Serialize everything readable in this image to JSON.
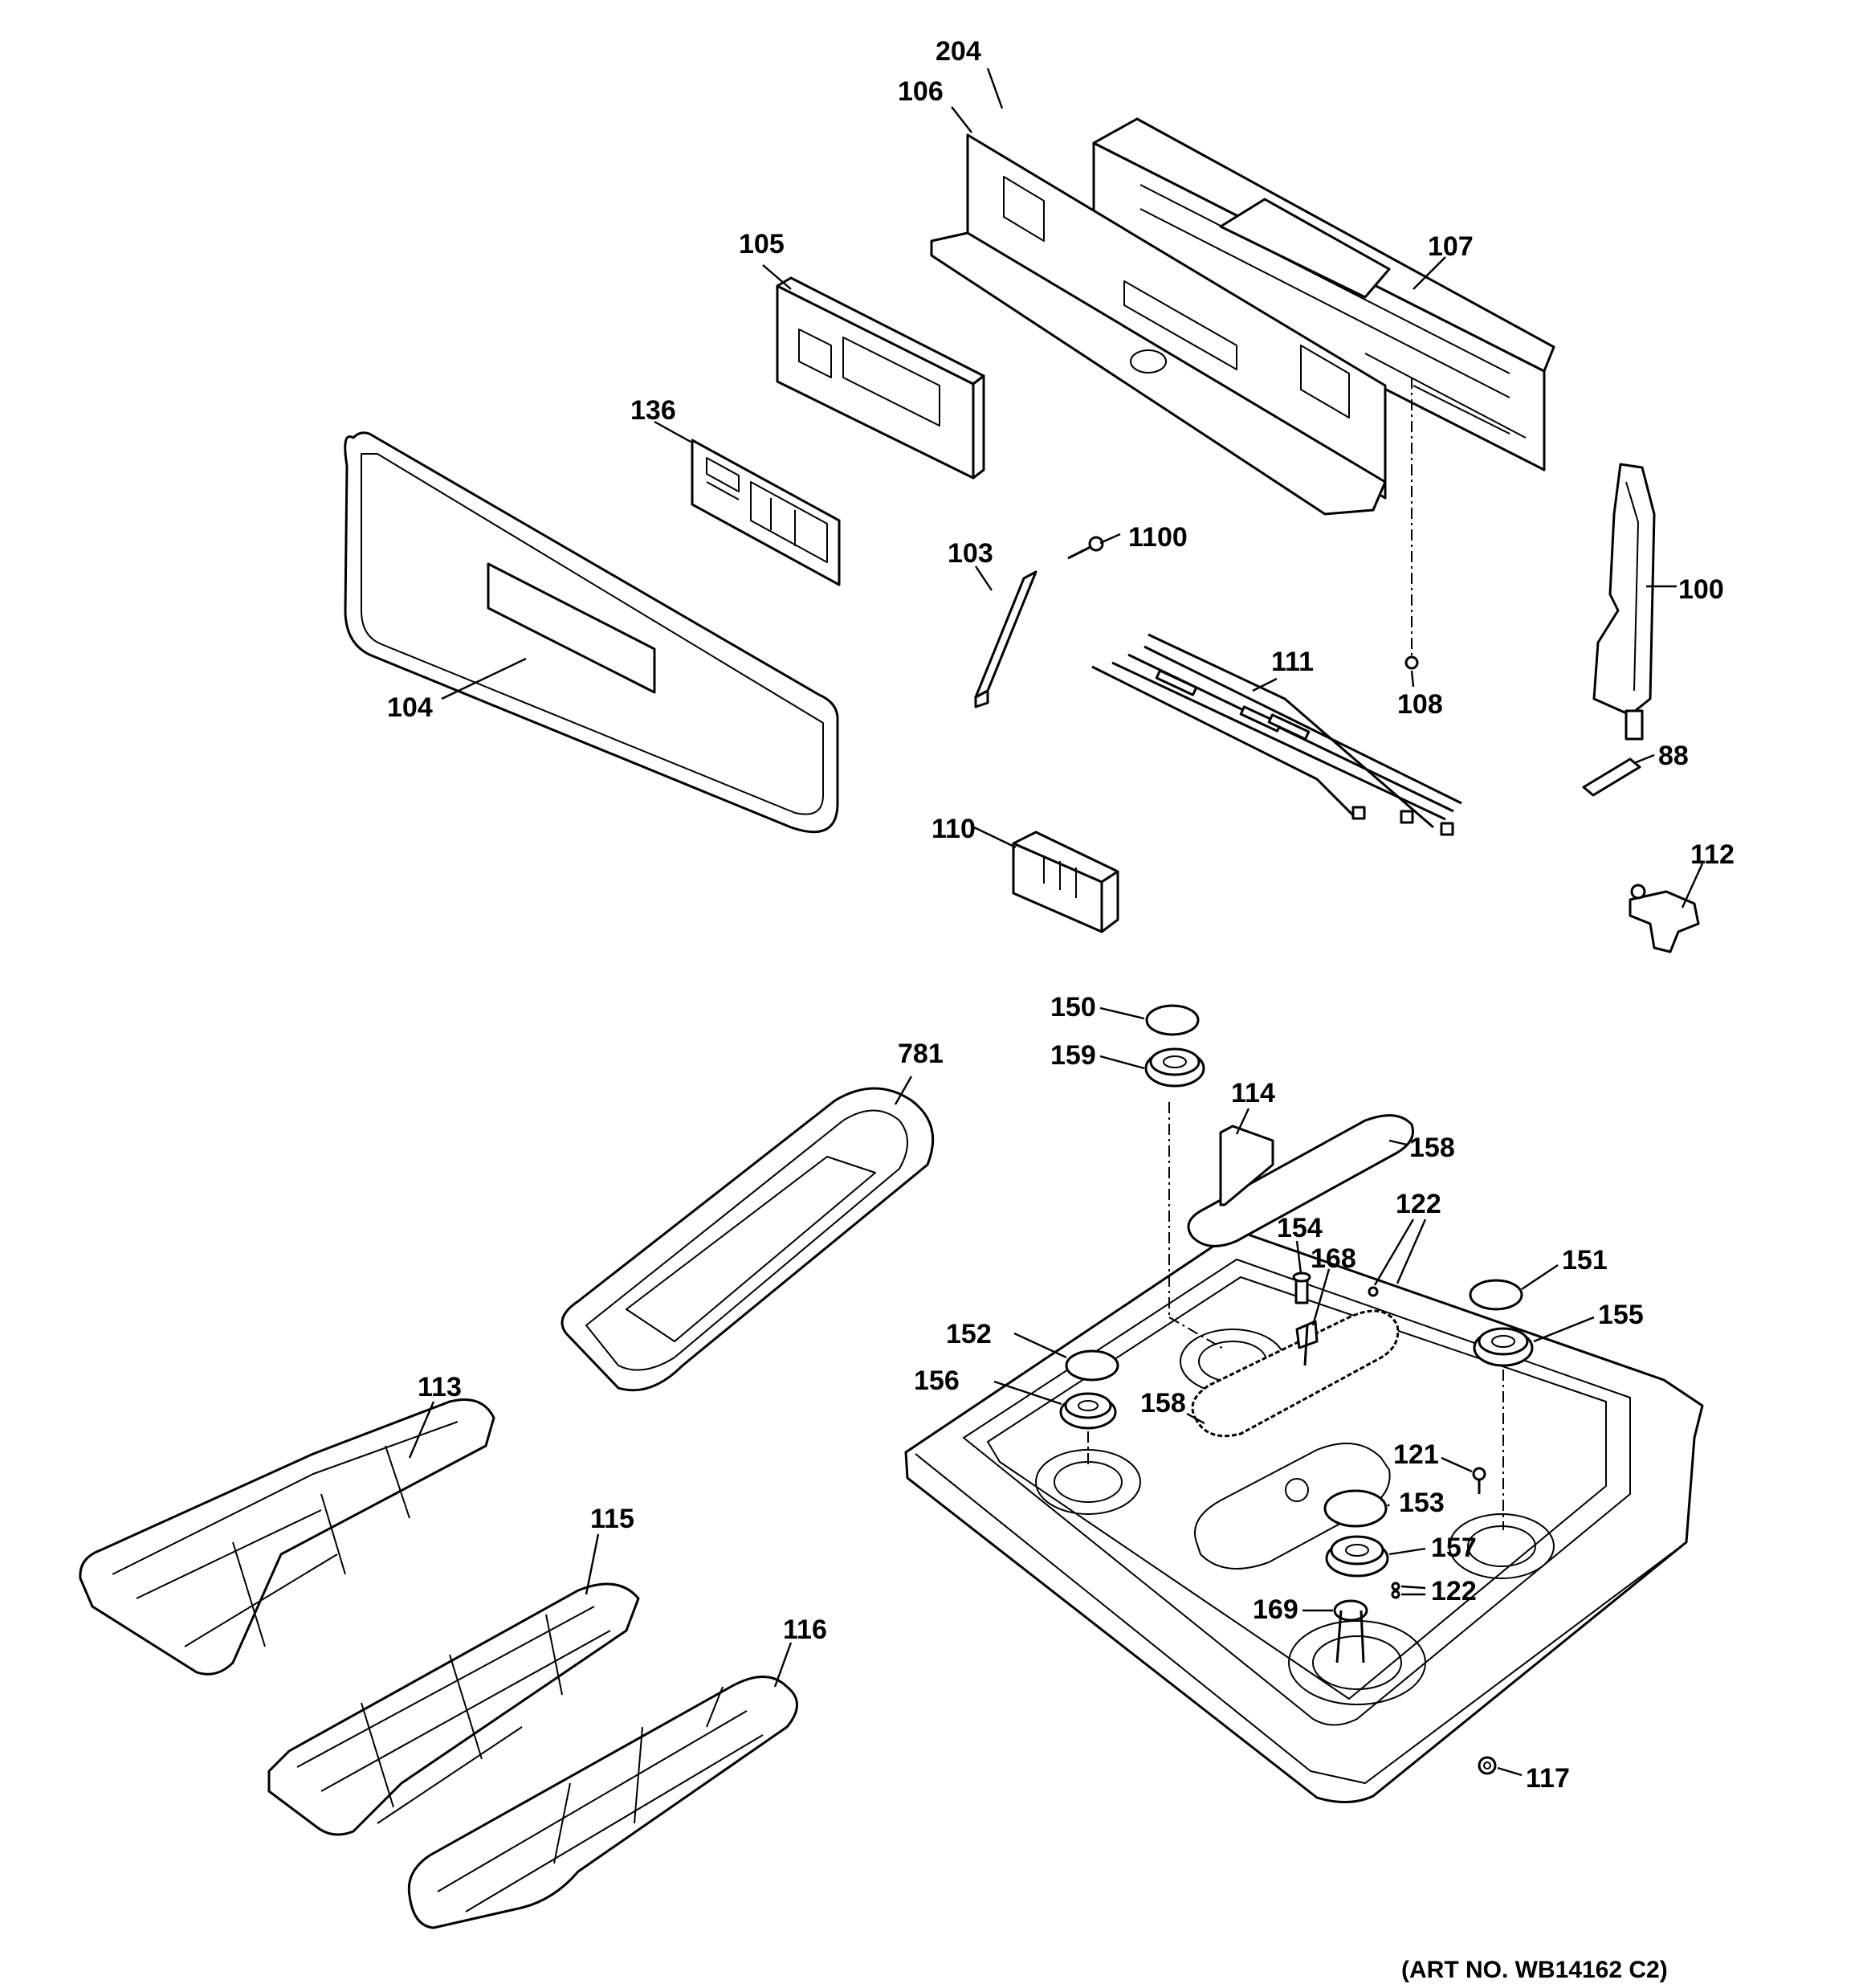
{
  "art_number": "(ART NO. WB14162 C2)",
  "callouts": [
    "204",
    "106",
    "105",
    "107",
    "136",
    "1100",
    "103",
    "100",
    "111",
    "108",
    "104",
    "88",
    "110",
    "112",
    "150",
    "781",
    "159",
    "114",
    "158",
    "122",
    "154",
    "168",
    "151",
    "152",
    "155",
    "156",
    "158",
    "121",
    "113",
    "153",
    "115",
    "157",
    "122",
    "169",
    "116",
    "117"
  ],
  "colors": {
    "ink": "#000000",
    "paper": "#ffffff"
  }
}
